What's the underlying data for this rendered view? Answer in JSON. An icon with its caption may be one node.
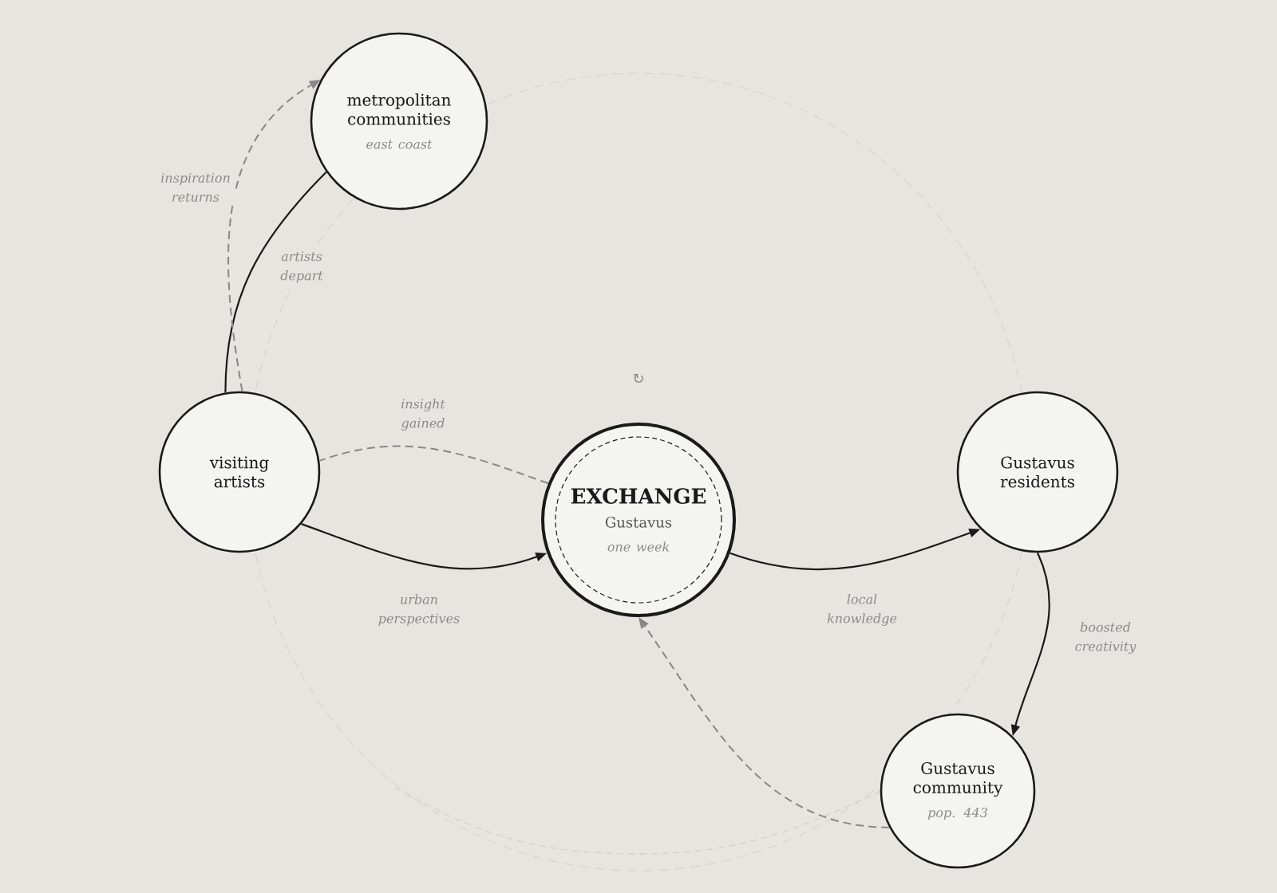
{
  "diagram": {
    "nodes": [
      {
        "text": [
          "metropolitan communities",
          "east coast"
        ]
      },
      {
        "text": [
          "visiting artists"
        ]
      },
      {
        "text": [
          "EXCHANGE",
          "Gustavus",
          "one week"
        ]
      },
      {
        "text": [
          "Gustavus residents"
        ]
      },
      {
        "text": [
          "Gustavus community",
          "pop. 443"
        ]
      }
    ],
    "edges": [
      {
        "from": 1,
        "to": 0,
        "arrow": "none",
        "label": "artists depart"
      },
      {
        "from": 1,
        "to": 0,
        "arrow": "to",
        "label": "inspiration returns",
        "style": "dashed",
        "color": "#888888"
      },
      {
        "from": 1,
        "to": 2,
        "arrow": "to",
        "label": "urban perspectives"
      },
      {
        "from": 2,
        "to": 1,
        "arrow": "none",
        "label": "insight gained",
        "style": "dashed",
        "color": "#888888"
      },
      {
        "from": 2,
        "to": 3,
        "arrow": "to",
        "label": "local knowledge"
      },
      {
        "from": 3,
        "to": 4,
        "arrow": "to",
        "label": "boosted creativity"
      },
      {
        "from": 4,
        "to": 2,
        "arrow": "to",
        "style": "dashed",
        "color": "#888888"
      }
    ],
    "labels": [
      "↻"
    ]
  }
}
